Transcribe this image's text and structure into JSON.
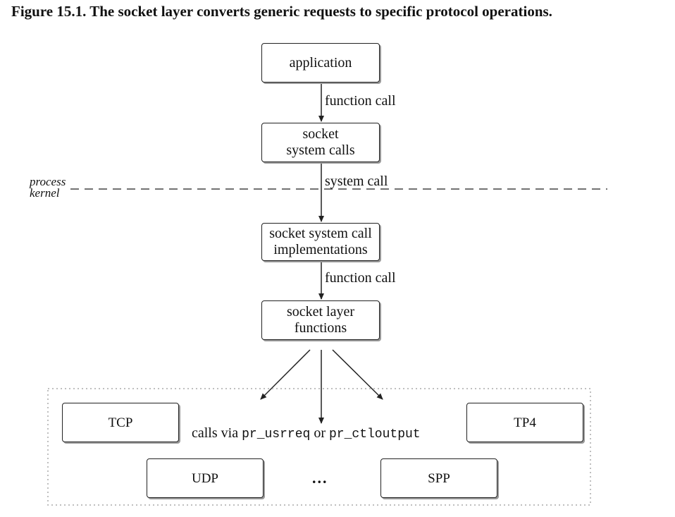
{
  "caption": "Figure 15.1. The socket layer converts generic requests to specific protocol operations.",
  "boxes": {
    "application": "application",
    "socket_syscalls_line1": "socket",
    "socket_syscalls_line2": "system calls",
    "impl_line1": "socket system call",
    "impl_line2": "implementations",
    "layer_line1": "socket layer",
    "layer_line2": "functions"
  },
  "edges": {
    "function_call_1": "function call",
    "system_call": "system call",
    "function_call_2": "function call"
  },
  "boundary": {
    "process": "process",
    "kernel": "kernel"
  },
  "protocols": {
    "tcp": "TCP",
    "tp4": "TP4",
    "udp": "UDP",
    "spp": "SPP",
    "ellipsis": "..."
  },
  "calls_via": {
    "prefix": "calls via",
    "func1": "pr_usrreq",
    "or": "or",
    "func2": "pr_ctloutput"
  }
}
